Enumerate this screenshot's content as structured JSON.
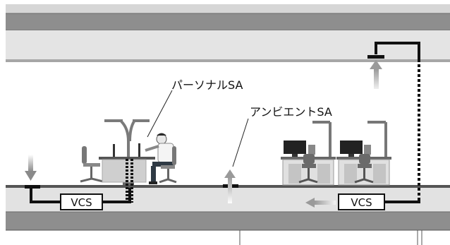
{
  "labels": {
    "personal_sa": "パーソナルSA",
    "ambient_sa": "アンビエントSA",
    "vcs_left": "VCS",
    "vcs_right": "VCS"
  }
}
